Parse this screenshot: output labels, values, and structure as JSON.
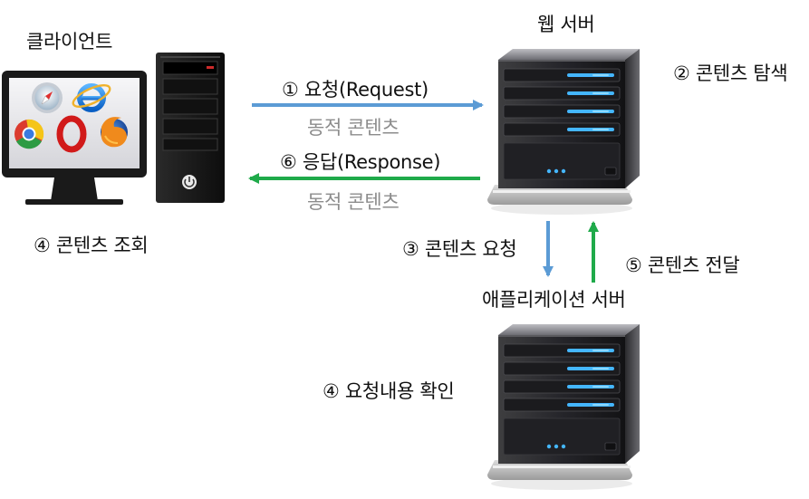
{
  "nodes": {
    "client": {
      "label": "클라이언트",
      "icon": "desktop-computer-icon"
    },
    "web_server": {
      "label": "웹 서버",
      "icon": "server-rack-icon"
    },
    "app_server": {
      "label": "애플리케이션 서버",
      "icon": "server-rack-icon"
    }
  },
  "steps": {
    "request": {
      "label": "① 요청(Request)",
      "sub": "동적 콘텐츠"
    },
    "search": {
      "label": "② 콘텐츠 탐색"
    },
    "content_request": {
      "label": "③ 콘텐츠 요청"
    },
    "client_view": {
      "label": "④ 콘텐츠 조회"
    },
    "verify_request": {
      "label": "④ 요청내용 확인"
    },
    "content_deliver": {
      "label": "⑤ 콘텐츠 전달"
    },
    "response": {
      "label": "⑥ 응답(Response)",
      "sub": "동적 콘텐츠"
    }
  },
  "colors": {
    "request_arrow": "#5b9bd5",
    "response_arrow": "#1faa4a",
    "sub_text": "#8c8c8c",
    "server_led": "#44b6ff"
  }
}
